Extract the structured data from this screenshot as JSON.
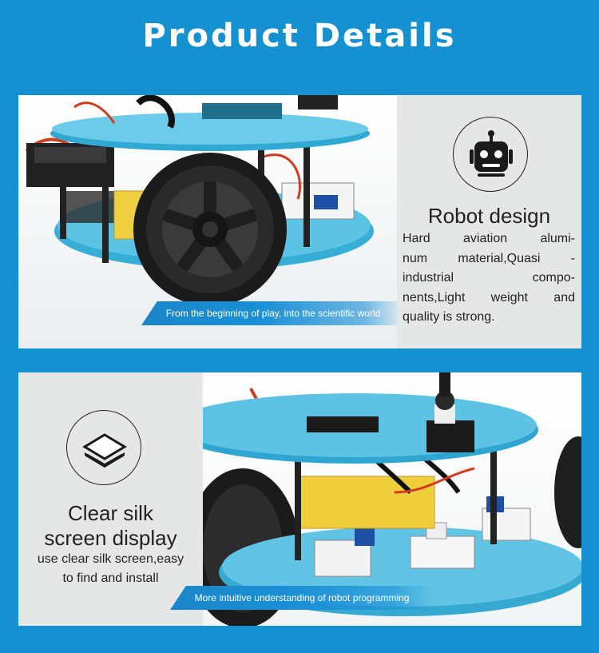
{
  "header": {
    "title": "Product Details"
  },
  "section_1": {
    "banner": "From the beginning of play, into the scientific world",
    "icon": "robot-head-icon",
    "title": "Robot design",
    "description_lines": [
      "Hard aviation alumi-",
      "num material,Quasi -",
      "industrial compo-",
      "nents,Light weight and",
      "quality is strong."
    ]
  },
  "section_2": {
    "banner": "More intuitive understanding of robot programming",
    "icon": "layers-icon",
    "title_lines": [
      "Clear silk",
      "screen display"
    ],
    "description_lines": [
      "use clear silk screen,easy",
      "to find and install"
    ]
  },
  "colors": {
    "background": "#1591d2",
    "panel": "#e5e6e6",
    "banner": "#1a8fd6",
    "board": "#3bb3d9",
    "text": "#222222"
  }
}
